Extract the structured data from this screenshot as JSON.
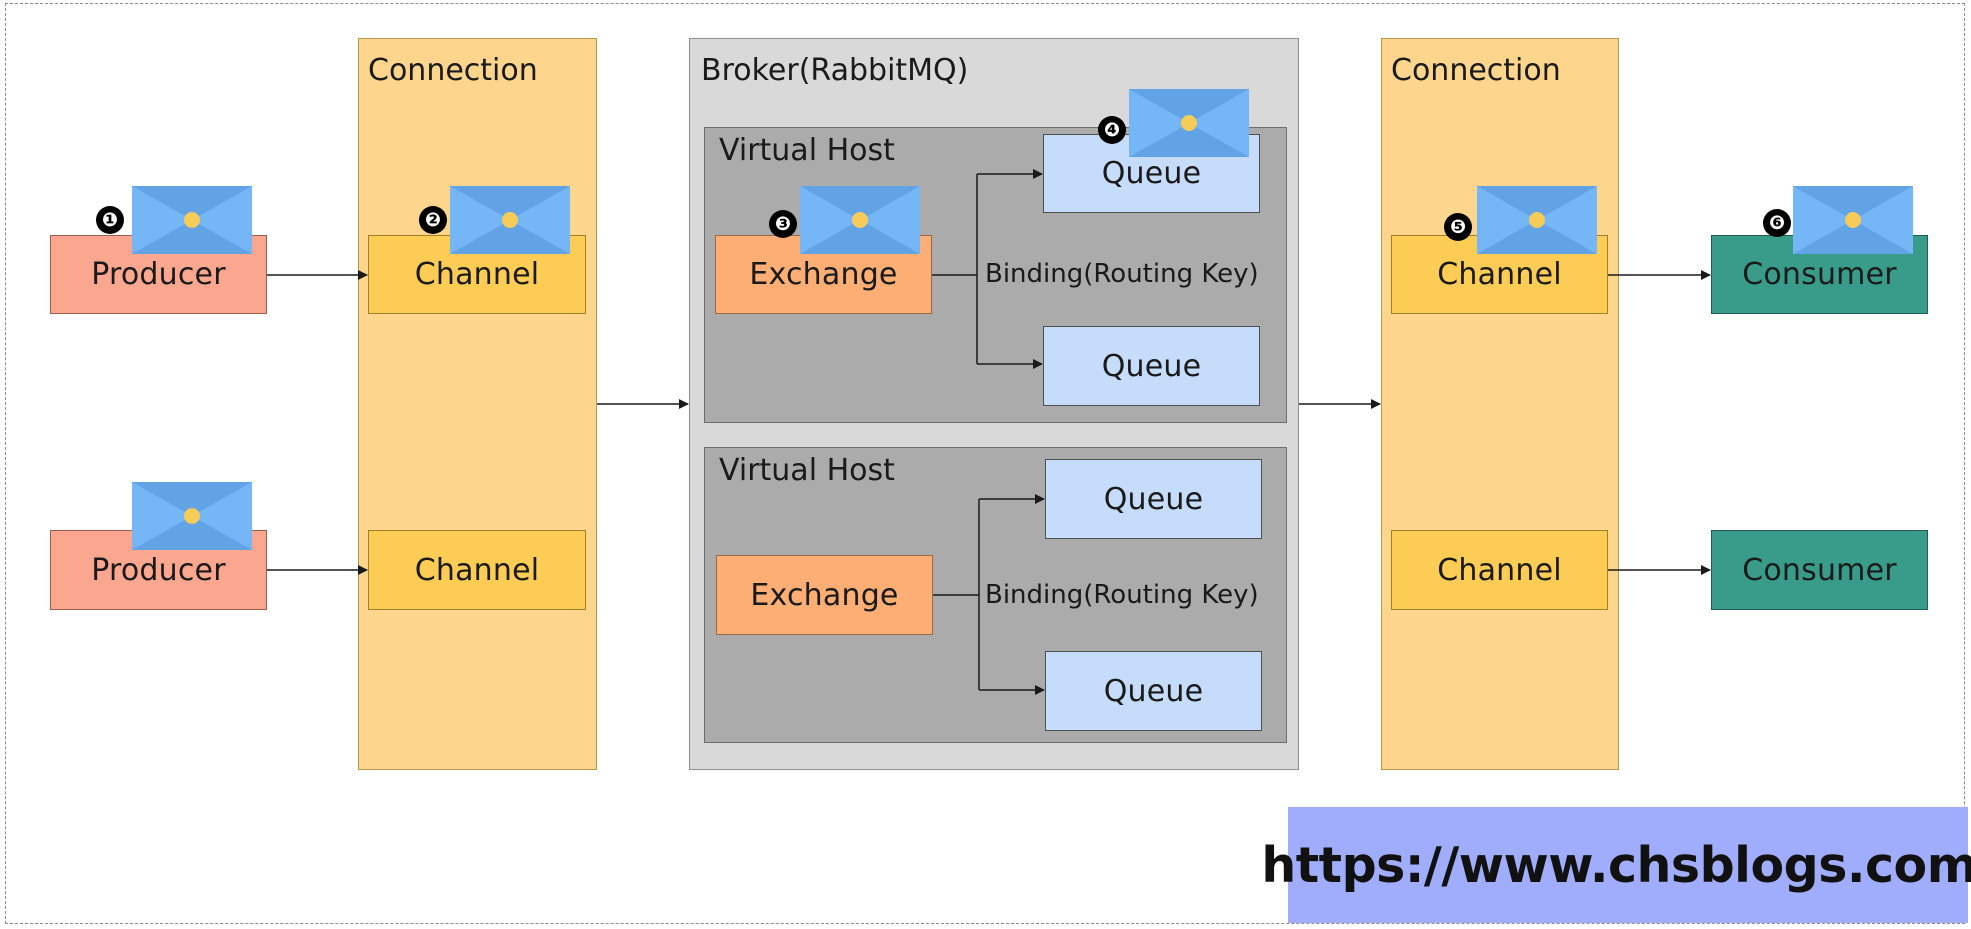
{
  "labels": {
    "producer": "Producer",
    "channel": "Channel",
    "connection": "Connection",
    "broker": "Broker(RabbitMQ)",
    "virtual_host": "Virtual Host",
    "exchange": "Exchange",
    "queue": "Queue",
    "binding": "Binding(Routing Key)",
    "consumer": "Consumer"
  },
  "steps": [
    "❶",
    "❷",
    "❸",
    "❹",
    "❺",
    "❻"
  ],
  "url": "https://www.chsblogs.com/",
  "colors": {
    "producer": "#fba68e",
    "channel": "#fdcc54",
    "connection": "#fdd58d",
    "broker": "#d9d9d9",
    "virtual_host": "#ababab",
    "exchange": "#fdae75",
    "queue": "#c6dcfb",
    "consumer": "#399c8a",
    "message_envelope": "#6fb0f3",
    "url_banner": "#9fadfc"
  },
  "icons": [
    "message-envelope-icon",
    "step-badge-icon",
    "arrow-icon"
  ]
}
